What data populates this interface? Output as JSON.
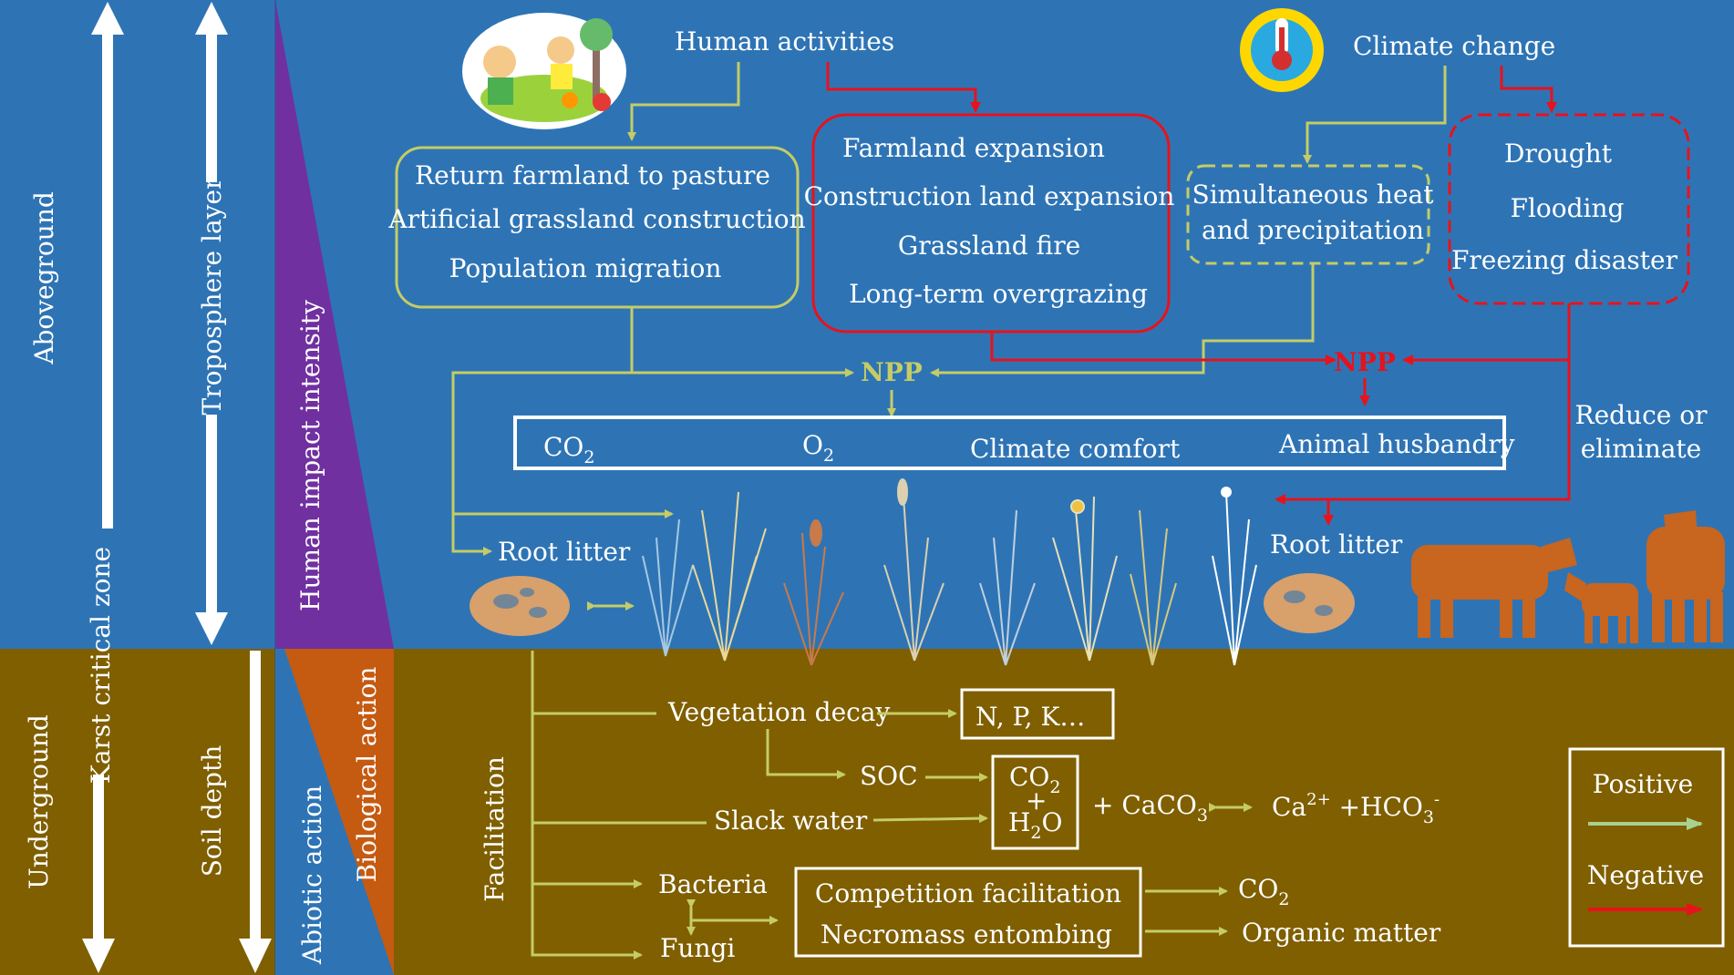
{
  "left_axis": {
    "aboveground": "Aboveground",
    "underground": "Underground",
    "karst": "Karst critical zone",
    "troposphere": "Troposphere layer",
    "soil_depth": "Soil depth",
    "human_intensity": "Human impact intensity",
    "biological": "Biological action",
    "abiotic": "Abiotic action"
  },
  "drivers": {
    "human": "Human activities",
    "climate": "Climate change"
  },
  "positive_human": [
    "Return farmland to pasture",
    "Artificial grassland construction",
    "Population migration"
  ],
  "negative_human": [
    "Farmland expansion",
    "Construction land expansion",
    "Grassland fire",
    "Long-term overgrazing"
  ],
  "positive_climate": [
    "Simultaneous heat",
    "and precipitation"
  ],
  "negative_climate": [
    "Drought",
    "Flooding",
    "Freezing disaster"
  ],
  "npp": "NPP",
  "services": {
    "co2": "CO",
    "co2_sub": "2",
    "o2": "O",
    "o2_sub": "2",
    "comfort": "Climate comfort",
    "husbandry": "Animal husbandry"
  },
  "reduce": [
    "Reduce or",
    "eliminate"
  ],
  "root_litter": "Root litter",
  "underground": {
    "facilitation": "Facilitation",
    "veg_decay": "Vegetation decay",
    "npk": "N, P, K…",
    "soc": "SOC",
    "slack": "Slack water",
    "co2": "CO",
    "co2_sub": "2",
    "plus": "+",
    "h2o_h": "H",
    "h2o_sub": "2",
    "h2o_o": "O",
    "caco3": "+ CaCO",
    "caco3_sub": "3",
    "ca": "Ca",
    "ca_sup": "2+",
    "hco3": " +HCO",
    "hco3_sub": "3",
    "hco3_sup": "-",
    "bacteria": "Bacteria",
    "fungi": "Fungi",
    "competition": "Competition facilitation",
    "necromass": "Necromass entombing",
    "out_co2": "CO",
    "out_co2_sub": "2",
    "organic": "Organic matter"
  },
  "legend": {
    "positive": "Positive",
    "negative": "Negative"
  },
  "colors": {
    "sky": "#2e74b5",
    "soil": "#7f5f00",
    "positive": "#c5cc66",
    "negative": "#e8121b",
    "purple": "#7030a0",
    "orange": "#c55a11",
    "cow": "#c8651f"
  }
}
